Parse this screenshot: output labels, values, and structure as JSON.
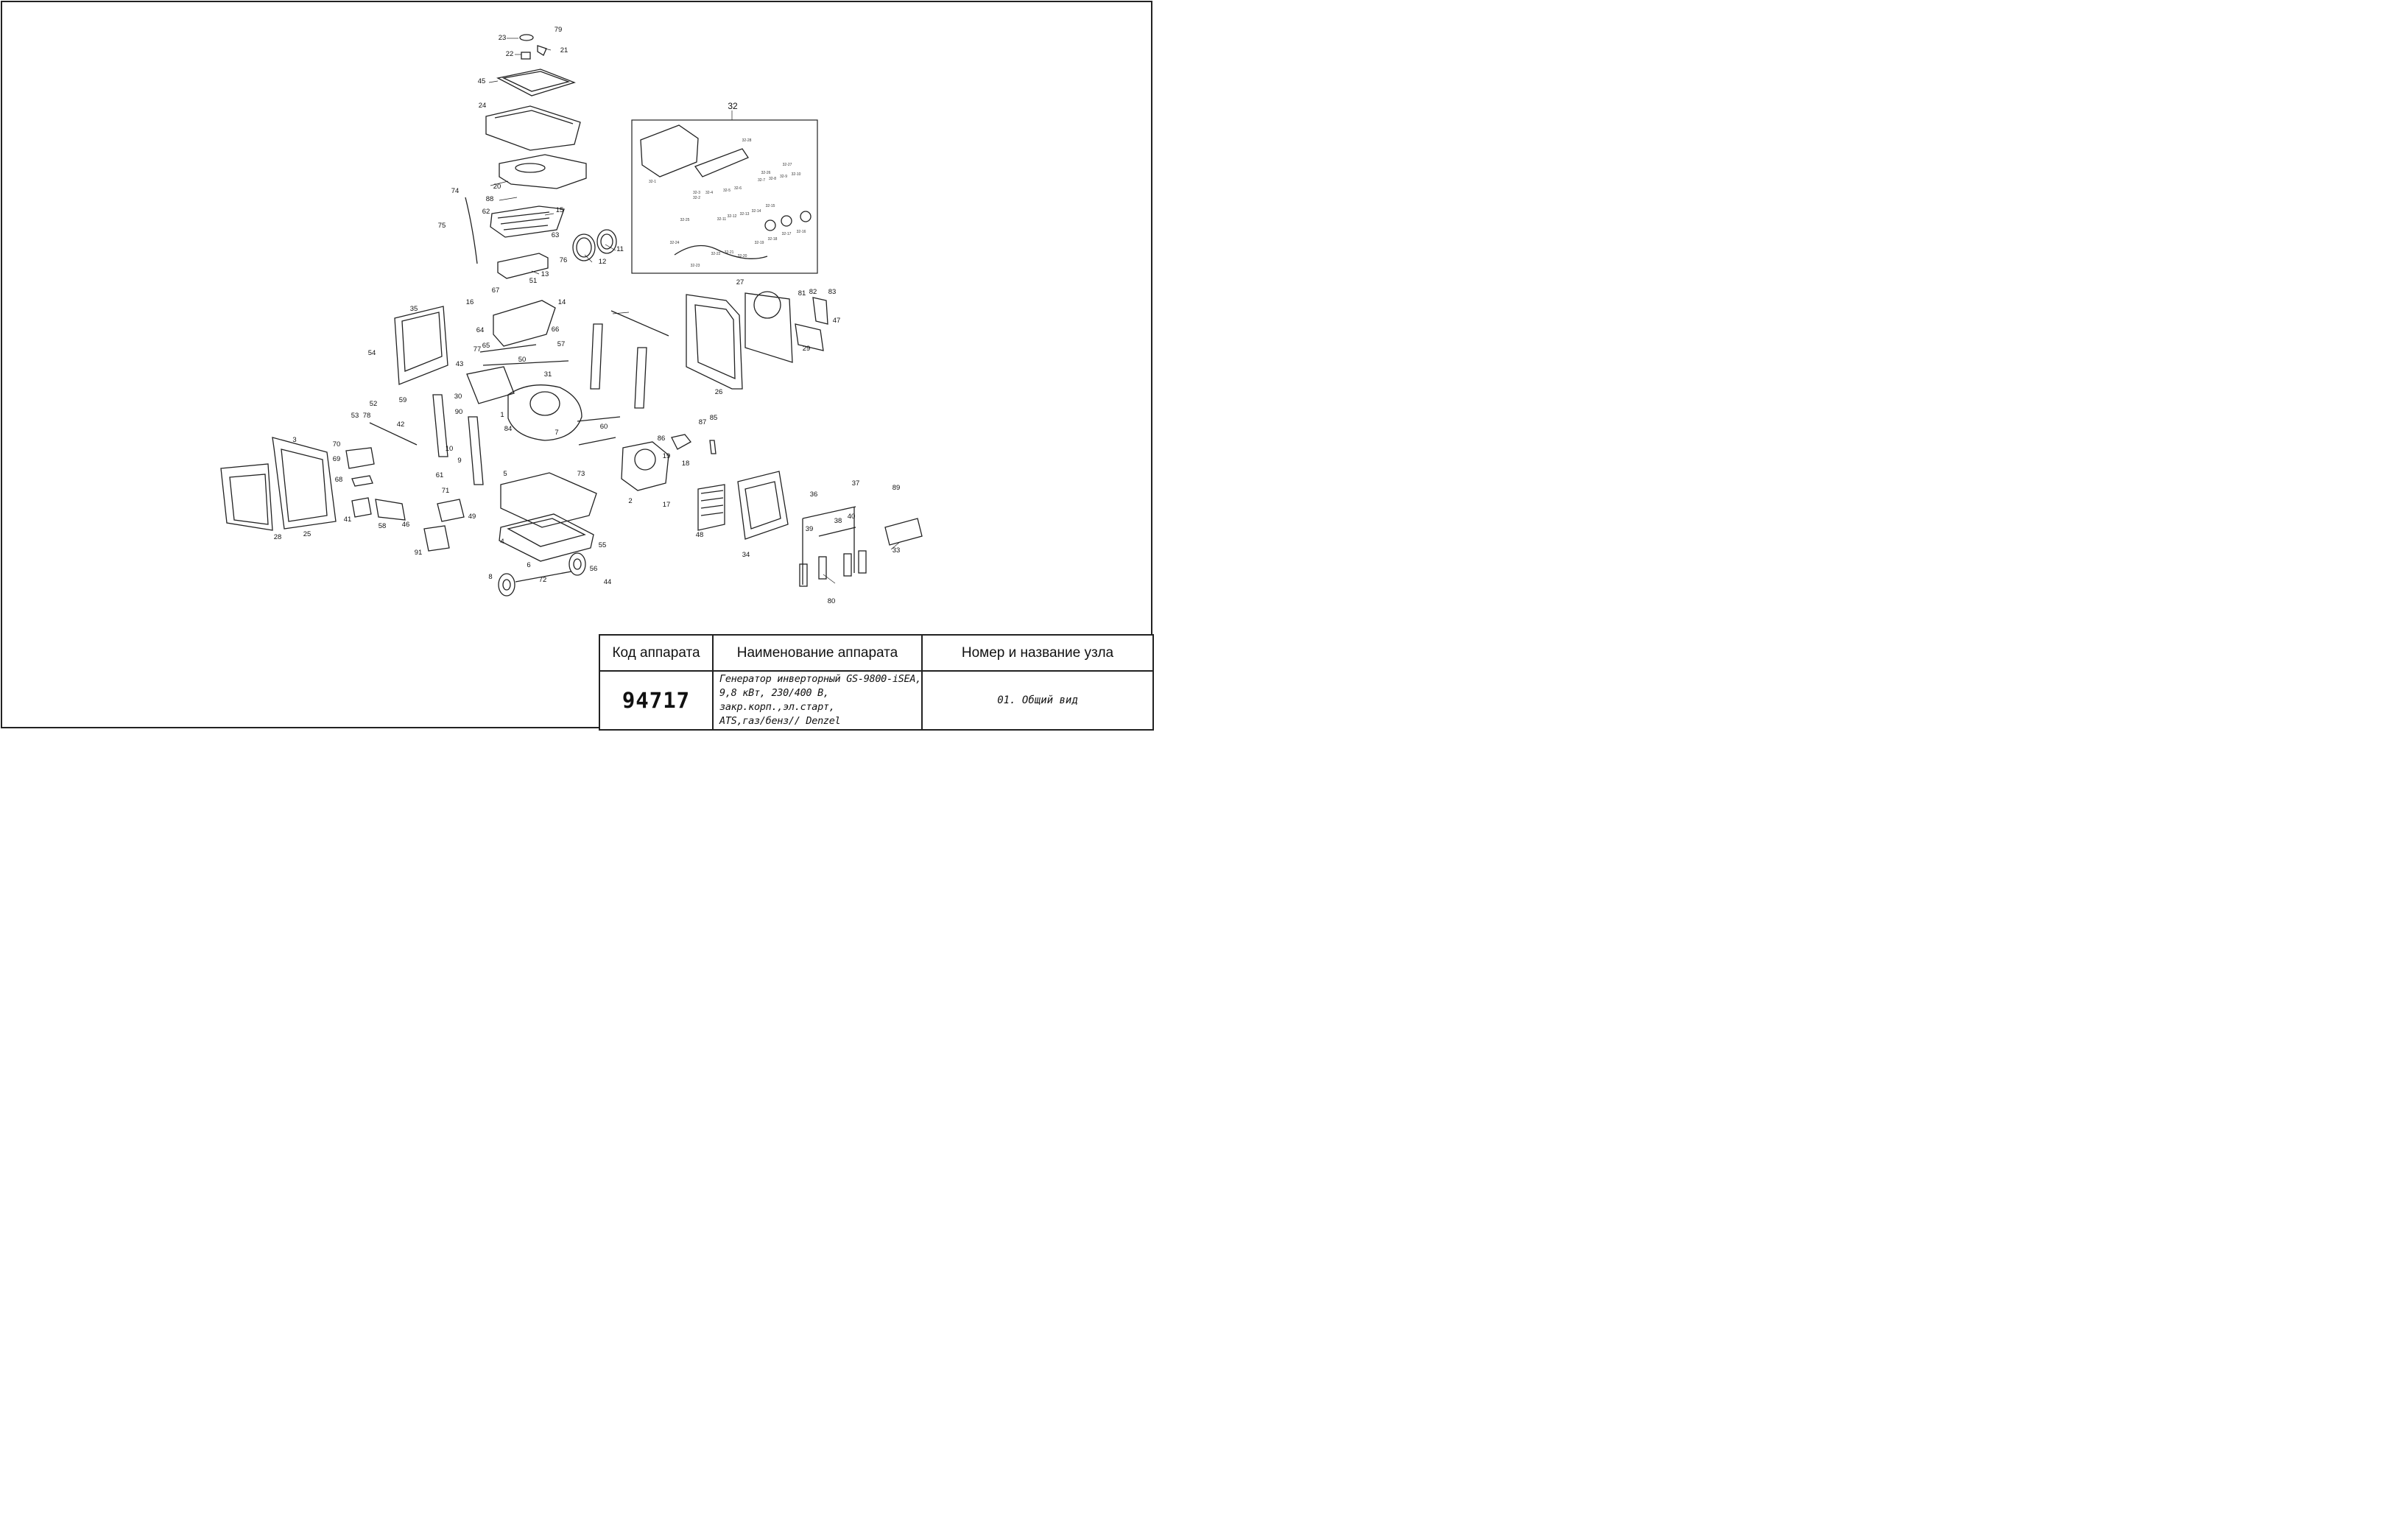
{
  "diagram": {
    "inset_label": "32",
    "inset_sub_labels": [
      "32-1",
      "32-2",
      "32-3",
      "32-4",
      "32-5",
      "32-6",
      "32-7",
      "32-8",
      "32-9",
      "32-10",
      "32-11",
      "32-12",
      "32-13",
      "32-14",
      "32-15",
      "32-16",
      "32-17",
      "32-18",
      "32-19",
      "32-20",
      "32-21",
      "32-22",
      "32-23",
      "32-24",
      "32-25",
      "32-26",
      "32-27",
      "32-28"
    ],
    "callouts": [
      "1",
      "2",
      "3",
      "4",
      "5",
      "6",
      "7",
      "8",
      "9",
      "10",
      "11",
      "12",
      "13",
      "14",
      "15",
      "16",
      "17",
      "18",
      "19",
      "20",
      "21",
      "22",
      "23",
      "24",
      "25",
      "26",
      "27",
      "28",
      "29",
      "30",
      "31",
      "33",
      "34",
      "35",
      "36",
      "37",
      "38",
      "39",
      "40",
      "41",
      "42",
      "43",
      "44",
      "45",
      "46",
      "47",
      "48",
      "49",
      "50",
      "51",
      "52",
      "53",
      "54",
      "55",
      "56",
      "57",
      "58",
      "59",
      "60",
      "61",
      "62",
      "63",
      "64",
      "65",
      "66",
      "67",
      "68",
      "69",
      "70",
      "71",
      "72",
      "73",
      "74",
      "75",
      "76",
      "77",
      "78",
      "79",
      "80",
      "81",
      "82",
      "83",
      "84",
      "85",
      "86",
      "87",
      "88",
      "89",
      "90",
      "91"
    ]
  },
  "title_block": {
    "col1_header": "Код аппарата",
    "col2_header": "Наименование аппарата",
    "col3_header": "Номер и название узла",
    "code": "94717",
    "name_line1": "Генератор инверторный GS-9800-iSEA,",
    "name_line2": "9,8 кВт, 230/400 В, закр.корп.,эл.старт,",
    "name_line3": "ATS,газ/бенз// Denzel",
    "node": "01. Общий вид"
  }
}
